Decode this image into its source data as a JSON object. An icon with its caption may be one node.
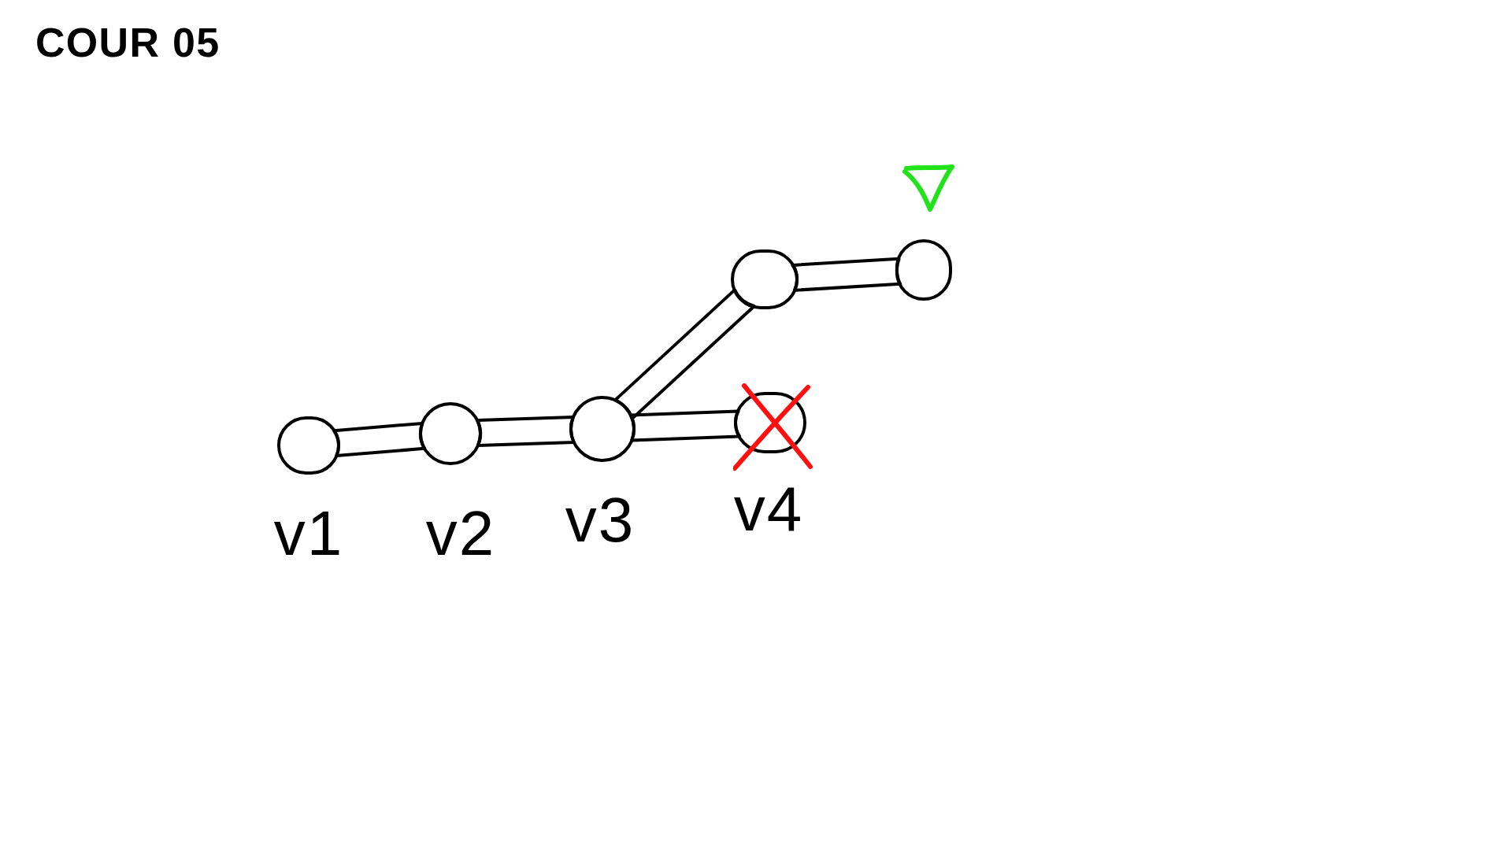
{
  "diagram": {
    "title": "COUR 05",
    "nodes": [
      {
        "text": [],
        "shape": "circle",
        "beside": [
          "v1"
        ]
      },
      {
        "text": [],
        "shape": "circle",
        "beside": [
          "v2"
        ]
      },
      {
        "text": [],
        "shape": "circle",
        "beside": [
          "v3"
        ]
      },
      {
        "text": [],
        "shape": "circle",
        "beside": [
          "v4"
        ]
      },
      {
        "text": [],
        "shape": "circle"
      },
      {
        "text": [],
        "shape": "circle"
      }
    ],
    "edges": [
      {
        "from": 0,
        "to": 1,
        "arrow": "none"
      },
      {
        "from": 1,
        "to": 2,
        "arrow": "none"
      },
      {
        "from": 2,
        "to": 3,
        "arrow": "none"
      },
      {
        "from": 2,
        "to": 4,
        "arrow": "none"
      },
      {
        "from": 4,
        "to": 5,
        "arrow": "none"
      }
    ]
  }
}
